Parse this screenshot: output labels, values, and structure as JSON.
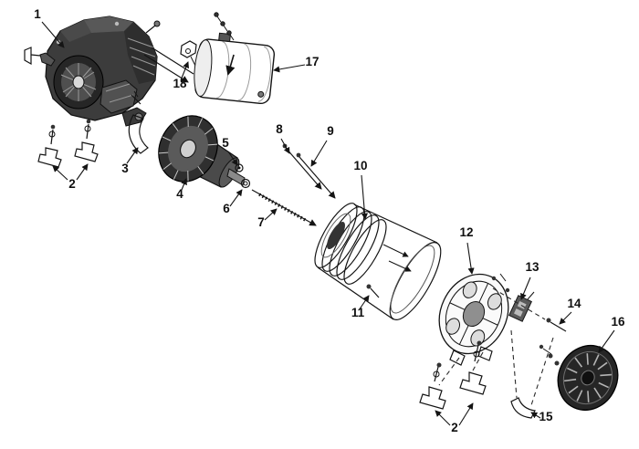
{
  "document": {
    "type": "exploded-parts-diagram",
    "background_color": "#ffffff",
    "line_color": "#141414",
    "dark_fill_color": "#2b2b2b"
  },
  "diagram": {
    "callouts": [
      {
        "label": "1"
      },
      {
        "label": "2"
      },
      {
        "label": "3"
      },
      {
        "label": "4"
      },
      {
        "label": "5"
      },
      {
        "label": "6"
      },
      {
        "label": "7"
      },
      {
        "label": "8"
      },
      {
        "label": "9"
      },
      {
        "label": "10"
      },
      {
        "label": "11"
      },
      {
        "label": "12"
      },
      {
        "label": "13"
      },
      {
        "label": "14"
      },
      {
        "label": "15"
      },
      {
        "label": "16"
      },
      {
        "label": "17"
      },
      {
        "label": "18"
      },
      {
        "label": "2"
      }
    ]
  }
}
